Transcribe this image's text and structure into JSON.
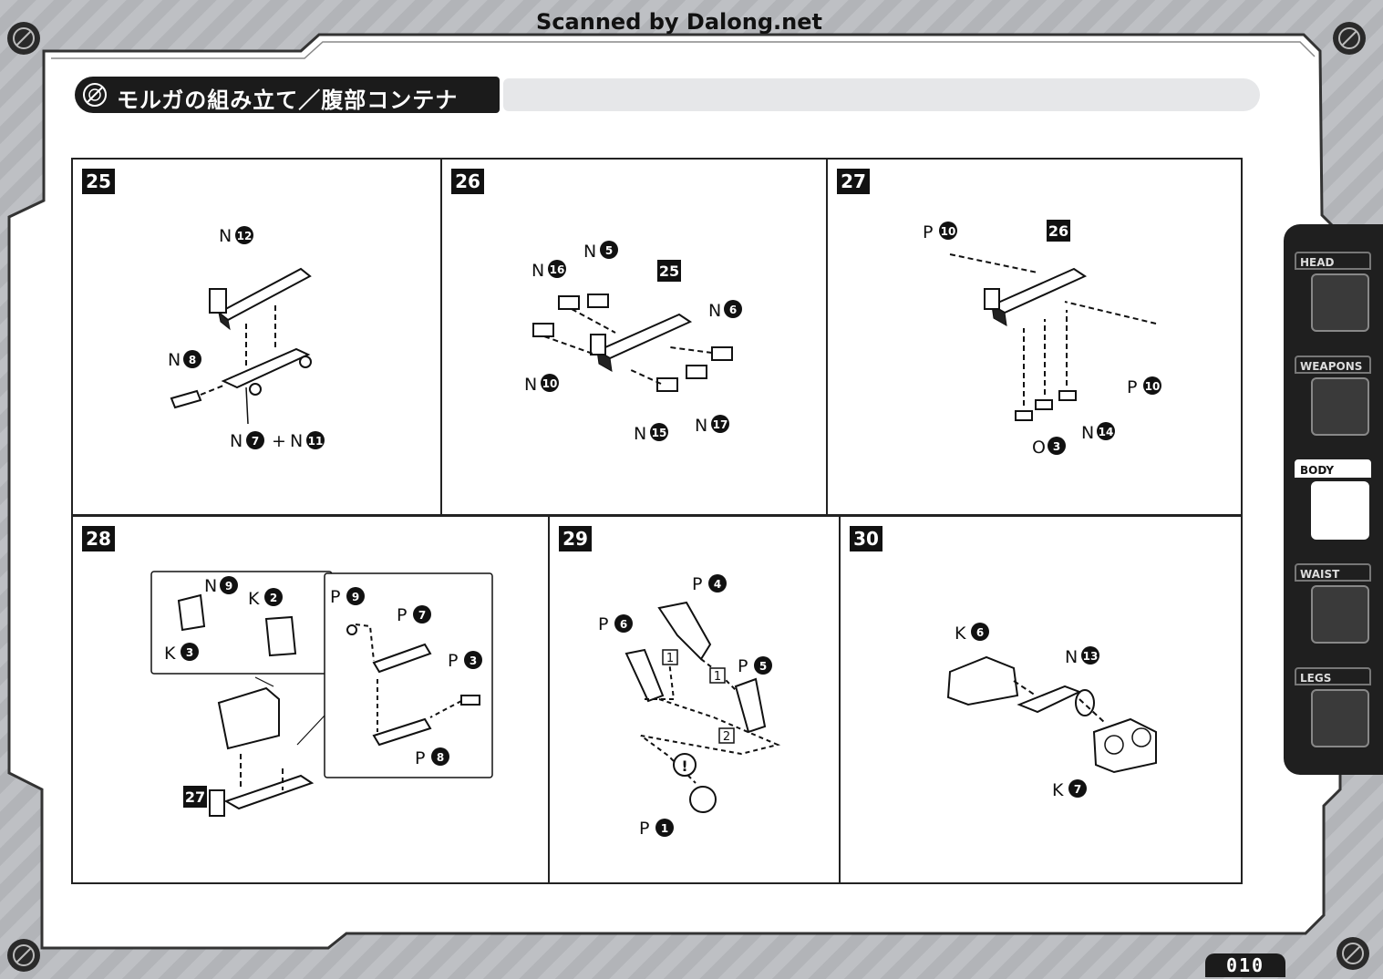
{
  "watermark": "Scanned by Dalong.net",
  "section_title": "モルガの組み立て／腹部コンテナ",
  "page_number": "010",
  "sidebar": {
    "tabs": [
      {
        "label": "HEAD",
        "active": false,
        "icon": "head-icon"
      },
      {
        "label": "WEAPONS",
        "active": false,
        "icon": "weapons-icon"
      },
      {
        "label": "BODY",
        "active": true,
        "icon": "body-icon"
      },
      {
        "label": "WAIST",
        "active": false,
        "icon": "waist-icon"
      },
      {
        "label": "LEGS",
        "active": false,
        "icon": "legs-icon"
      }
    ]
  },
  "steps": [
    {
      "num": "25",
      "parts": [
        "N",
        "12",
        "N",
        "8",
        "N",
        "7",
        "+",
        "N",
        "11"
      ]
    },
    {
      "num": "26",
      "parts": [
        "N",
        "5",
        "N",
        "16",
        "25",
        "N",
        "6",
        "N",
        "10",
        "N",
        "15",
        "N",
        "17"
      ]
    },
    {
      "num": "27",
      "parts": [
        "P",
        "10",
        "26",
        "P",
        "10",
        "O",
        "3",
        "N",
        "14"
      ]
    },
    {
      "num": "28",
      "parts": [
        "N",
        "9",
        "K",
        "2",
        "K",
        "3",
        "P",
        "9",
        "P",
        "7",
        "P",
        "3",
        "P",
        "8",
        "27"
      ]
    },
    {
      "num": "29",
      "parts": [
        "P",
        "4",
        "P",
        "6",
        "1",
        "1",
        "P",
        "5",
        "2",
        "!",
        "P",
        "1"
      ]
    },
    {
      "num": "30",
      "parts": [
        "K",
        "6",
        "N",
        "13",
        "K",
        "7"
      ]
    }
  ]
}
